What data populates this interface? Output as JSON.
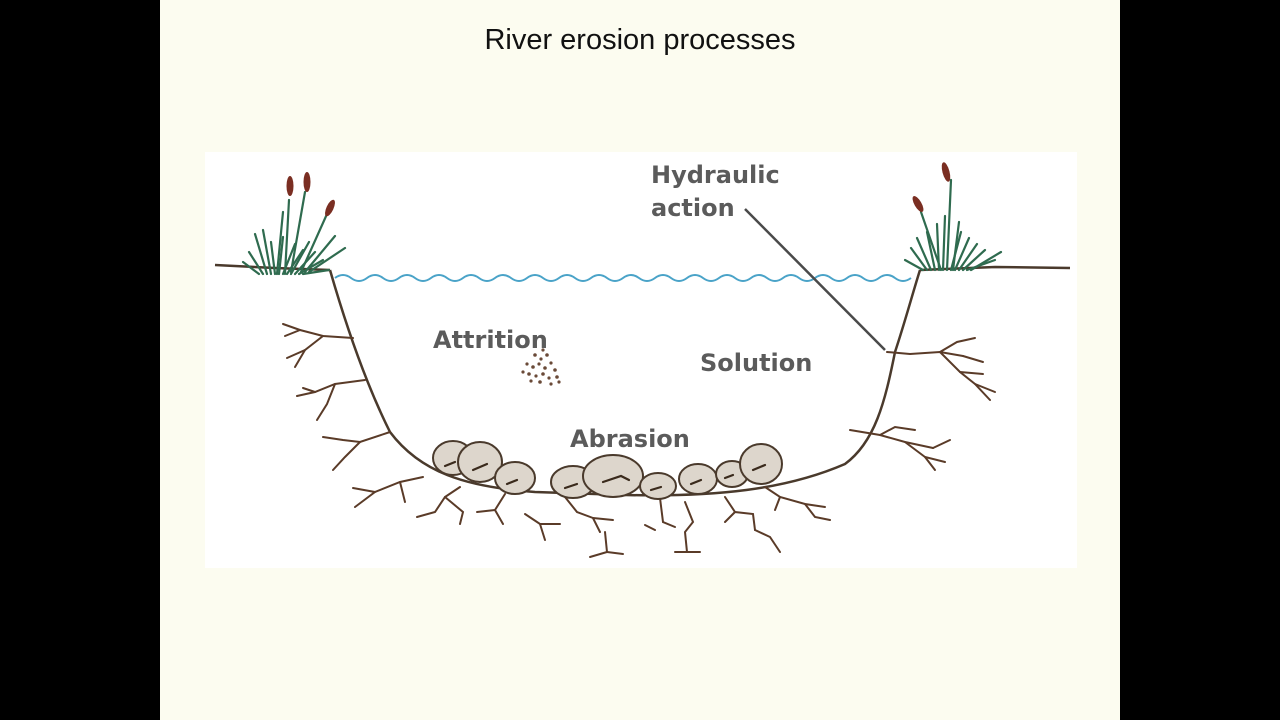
{
  "slide": {
    "title": "River erosion processes"
  },
  "diagram": {
    "labels": {
      "hydraulic_line1": "Hydraulic",
      "hydraulic_line2": "action",
      "attrition": "Attrition",
      "solution": "Solution",
      "abrasion": "Abrasion"
    },
    "colors": {
      "background": "#fcfcf0",
      "water_line": "#4aa3c8",
      "channel": "#4a3a2c",
      "roots": "#5a3b28",
      "rocks": "#ddd6cc",
      "reeds": "#2f6b4f",
      "cattail": "#7a2e22"
    }
  }
}
